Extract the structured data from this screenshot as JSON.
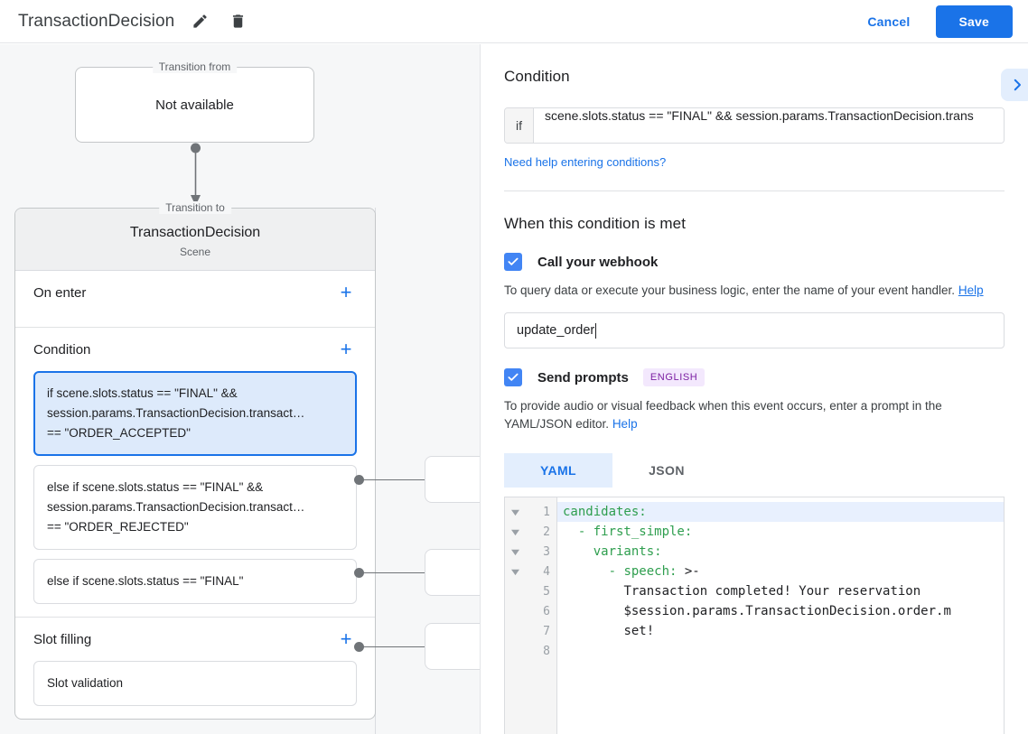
{
  "topbar": {
    "title": "TransactionDecision",
    "edit_icon": "pencil-icon",
    "delete_icon": "trash-icon",
    "cancel_label": "Cancel",
    "save_label": "Save"
  },
  "canvas": {
    "transition_from": {
      "legend": "Transition from",
      "value": "Not available"
    },
    "transition_to": {
      "legend": "Transition to",
      "scene_name": "TransactionDecision",
      "scene_type": "Scene"
    },
    "sections": [
      {
        "title": "On enter",
        "add_label": "+"
      },
      {
        "title": "Condition",
        "add_label": "+"
      },
      {
        "title": "Slot filling",
        "add_label": "+"
      }
    ],
    "conditions": [
      {
        "selected": true,
        "lines": [
          "if scene.slots.status == \"FINAL\" &&",
          "session.params.TransactionDecision.transact…",
          "== \"ORDER_ACCEPTED\""
        ]
      },
      {
        "selected": false,
        "lines": [
          "else if scene.slots.status == \"FINAL\" &&",
          "session.params.TransactionDecision.transact…",
          "== \"ORDER_REJECTED\""
        ]
      },
      {
        "selected": false,
        "lines": [
          "else if scene.slots.status == \"FINAL\""
        ]
      }
    ],
    "slot_filling_item": "Slot validation"
  },
  "panel": {
    "condition_heading": "Condition",
    "expand_icon": "chevron-right-icon",
    "if_label": "if",
    "condition_value": "scene.slots.status == \"FINAL\" && session.params.TransactionDecision.trans",
    "condition_help_link": "Need help entering conditions?",
    "when_met_heading": "When this condition is met",
    "webhook": {
      "checked": true,
      "label": "Call your webhook",
      "description": "To query data or execute your business logic, enter the name of your event handler.",
      "help_link": "Help",
      "value": "update_order"
    },
    "prompts": {
      "checked": true,
      "label": "Send prompts",
      "badge": "ENGLISH",
      "description": "To provide audio or visual feedback when this event occurs, enter a prompt in the YAML/JSON editor.",
      "help_link": "Help",
      "tabs": [
        {
          "label": "YAML",
          "active": true
        },
        {
          "label": "JSON",
          "active": false
        }
      ]
    },
    "editor": {
      "line_numbers": [
        "1",
        "2",
        "3",
        "4",
        "5",
        "6",
        "7",
        "8"
      ],
      "fold_rows": [
        true,
        true,
        true,
        true,
        false,
        false,
        false,
        false
      ],
      "highlight_line": 1,
      "lines": [
        {
          "key": "candidates",
          "punc": ":",
          "rest": "",
          "indent": ""
        },
        {
          "key": "first_simple",
          "punc": ":",
          "rest": "",
          "indent": "  - "
        },
        {
          "key": "variants",
          "punc": ":",
          "rest": "",
          "indent": "    "
        },
        {
          "key": "speech",
          "punc": ": ",
          "rest": ">-",
          "indent": "      - "
        },
        {
          "key": "",
          "punc": "",
          "rest": "Transaction completed! Your reservation",
          "indent": "        "
        },
        {
          "key": "",
          "punc": "",
          "rest": "$session.params.TransactionDecision.order.m",
          "indent": "        "
        },
        {
          "key": "",
          "punc": "",
          "rest": "set!",
          "indent": "        "
        },
        {
          "key": "",
          "punc": "",
          "rest": "",
          "indent": ""
        }
      ]
    }
  },
  "colors": {
    "accent": "#1a73e8",
    "checkbox": "#4285f4",
    "selected_chip_bg": "#ddeafb",
    "badge_bg": "#f3e8fd",
    "badge_fg": "#7b1fa2",
    "canvas_bg": "#f6f7f8",
    "yaml_key": "#2e9e4e"
  }
}
